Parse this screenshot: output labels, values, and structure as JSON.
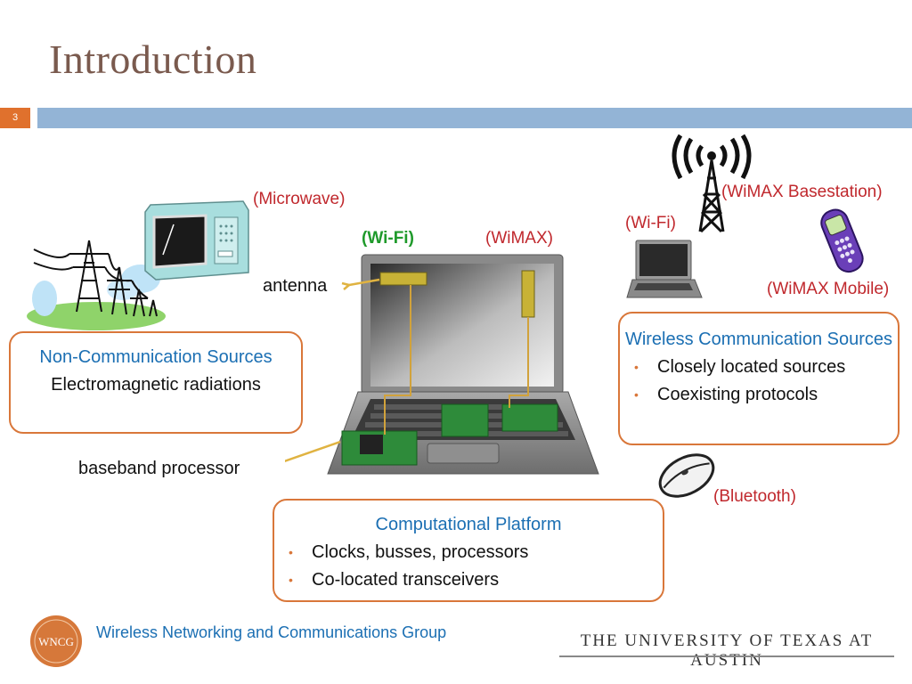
{
  "slide": {
    "title": "Introduction",
    "number": "3"
  },
  "labels": {
    "microwave": "(Microwave)",
    "wifi_laptop": "(Wi-Fi)",
    "wimax_laptop": "(WiMAX)",
    "antenna": "antenna",
    "baseband": "baseband processor",
    "wifi_right": "(Wi-Fi)",
    "wimax_base": "(WiMAX Basestation)",
    "wimax_mobile": "(WiMAX Mobile)",
    "bluetooth": "(Bluetooth)"
  },
  "non_comm_box": {
    "heading": "Non-Communication Sources",
    "text": "Electromagnetic radiations"
  },
  "wireless_box": {
    "heading": "Wireless Communication Sources",
    "items": [
      "Closely located sources",
      "Coexisting protocols"
    ]
  },
  "compute_box": {
    "heading": "Computational Platform",
    "items": [
      "Clocks, busses, processors",
      "Co-located transceivers"
    ]
  },
  "footer": {
    "group": "Wireless Networking and Communications Group",
    "logo": "WNCG",
    "university": "THE UNIVERSITY OF TEXAS AT AUSTIN"
  },
  "colors": {
    "title": "#7a5a4e",
    "accent_orange": "#e0712d",
    "rule_blue": "#93b4d6",
    "heading_blue": "#1b6fb3",
    "label_red": "#c0282d",
    "label_green": "#1f9a2b"
  }
}
